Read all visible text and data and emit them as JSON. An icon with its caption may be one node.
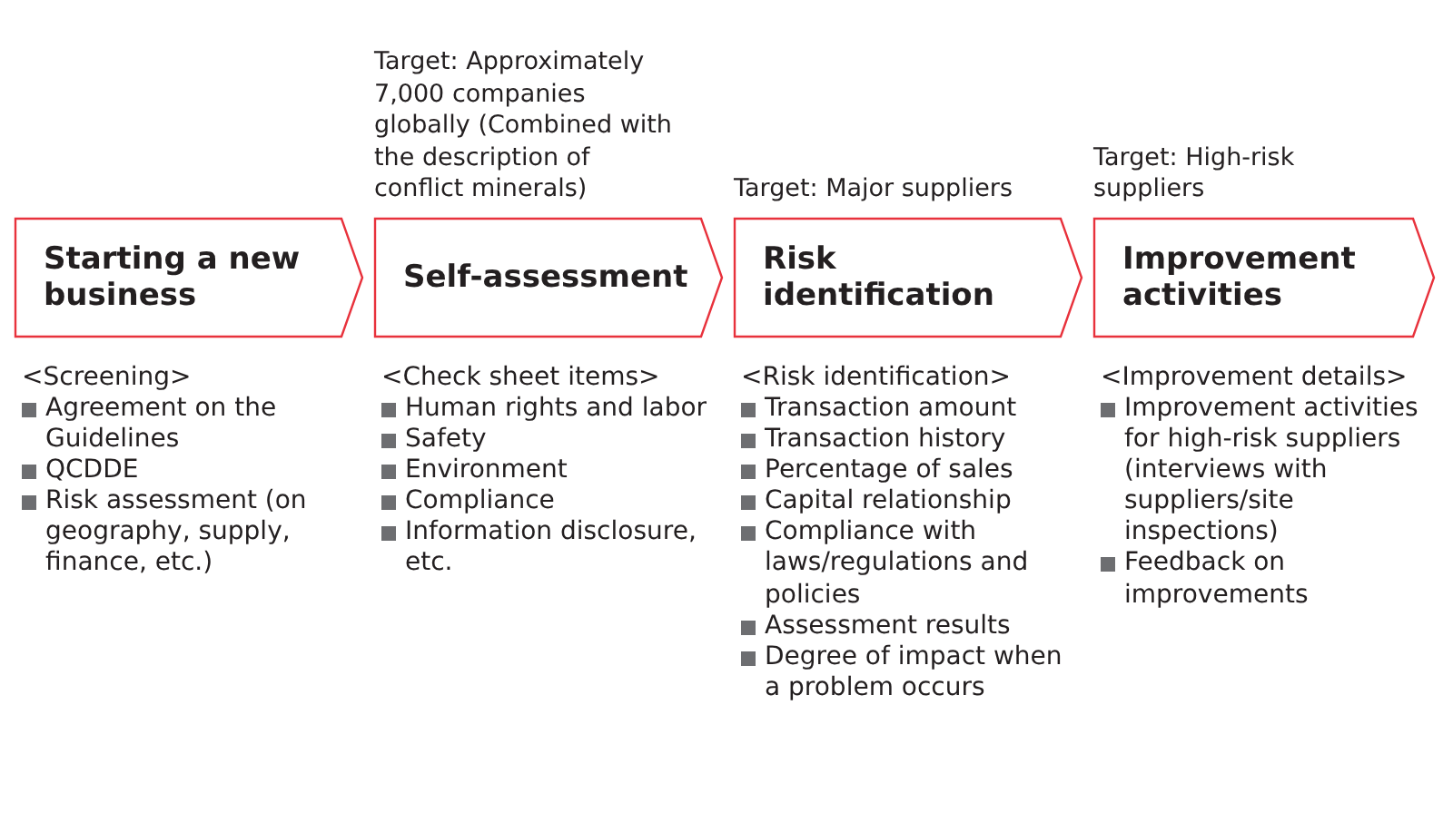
{
  "diagram": {
    "nodes": [
      {
        "text": [
          "Starting a new business"
        ],
        "beside": [
          "<Screening>",
          "Agreement on the Guidelines",
          "QCDDE",
          "Risk assessment (on geography, supply, finance, etc.)"
        ]
      },
      {
        "text": [
          "Self-assessment"
        ],
        "beside": [
          "Target: Approximately 7,000 companies globally (Combined with the description of conflict minerals)",
          "<Check sheet items>",
          "Human rights and labor",
          "Safety",
          "Environment",
          "Compliance",
          "Information disclosure, etc."
        ]
      },
      {
        "text": [
          "Risk identification"
        ],
        "beside": [
          "Target: Major suppliers",
          "<Risk identification>",
          "Transaction amount",
          "Transaction history",
          "Percentage of sales",
          "Capital relationship",
          "Compliance with laws/regulations and policies",
          "Assessment results",
          "Degree of impact when a problem occurs"
        ]
      },
      {
        "text": [
          "Improvement activities"
        ],
        "beside": [
          "Target: High-risk suppliers",
          "<Improvement details>",
          "Improvement activities for high-risk suppliers (interviews with suppliers/site inspections)",
          "Feedback on improvements"
        ]
      }
    ]
  }
}
